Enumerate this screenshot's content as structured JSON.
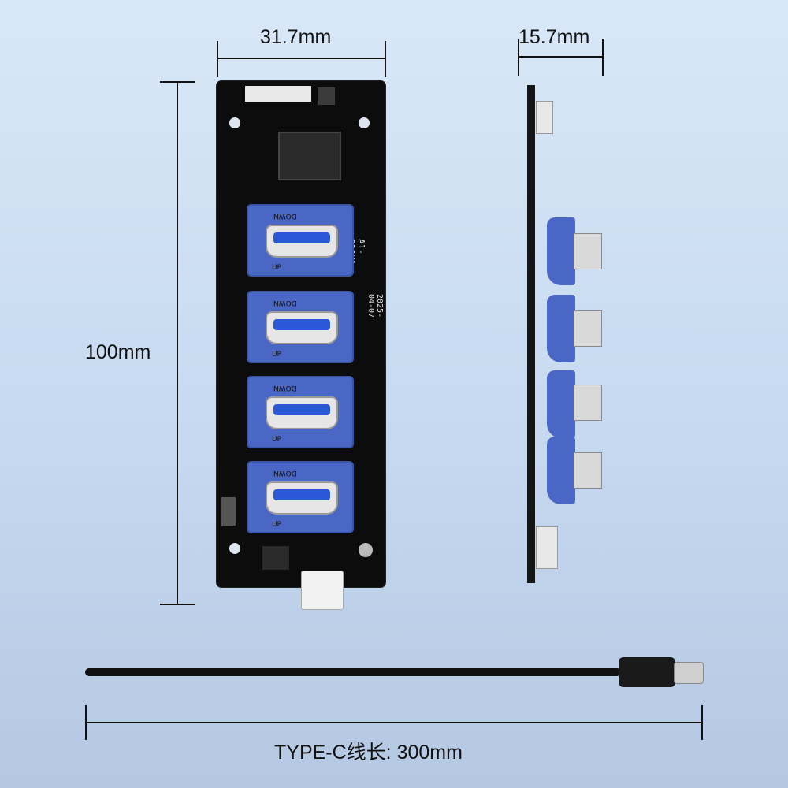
{
  "dimensions": {
    "width_label": "31.7mm",
    "thickness_label": "15.7mm",
    "height_label": "100mm",
    "cable_label": "TYPE-C线长: 300mm"
  },
  "board": {
    "version_text": "A1-B30X1 V1.0",
    "date_text": "2025-04-07",
    "ports": [
      {
        "top_text": "DOWN",
        "bottom_text": "UP"
      },
      {
        "top_text": "DOWN",
        "bottom_text": "UP"
      },
      {
        "top_text": "DOWN",
        "bottom_text": "UP"
      },
      {
        "top_text": "DOWN",
        "bottom_text": "UP"
      }
    ]
  },
  "colors": {
    "background": "#c6d9ef",
    "port_blue": "#4a67c5",
    "pcb": "#0c0c0c"
  }
}
